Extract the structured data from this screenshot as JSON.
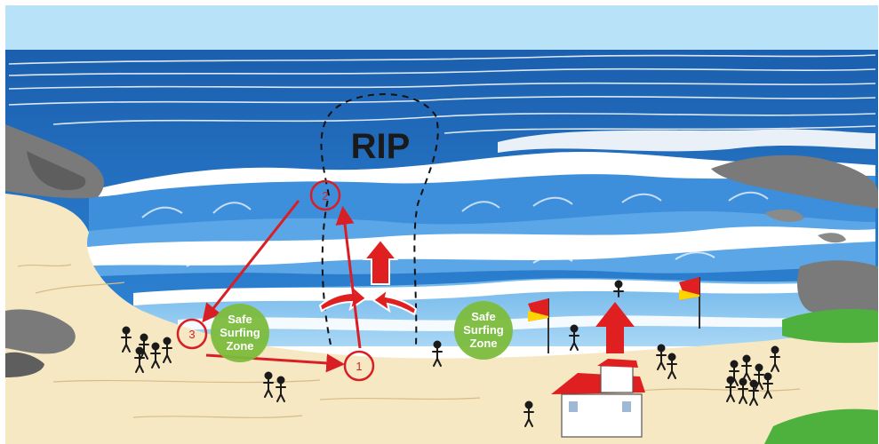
{
  "diagram": {
    "rip_label": "RIP",
    "zones": [
      {
        "line1": "Safe",
        "line2": "Surfing",
        "line3": "Zone"
      },
      {
        "line1": "Safe",
        "line2": "Surfing",
        "line3": "Zone"
      }
    ],
    "steps": [
      {
        "number": "1"
      },
      {
        "number": "2"
      },
      {
        "number": "3"
      }
    ],
    "colors": {
      "sky": "#b8e2f7",
      "deep_ocean": "#1f6fc2",
      "surf": "#4f9ee0",
      "sand": "#f7e8c4",
      "rock": "#7a7a7a",
      "grass": "#4fb13d",
      "zone_green": "#7cbc3c",
      "route_red": "#d81f26",
      "flag_red": "#e02020",
      "flag_yellow": "#ffd400"
    }
  }
}
